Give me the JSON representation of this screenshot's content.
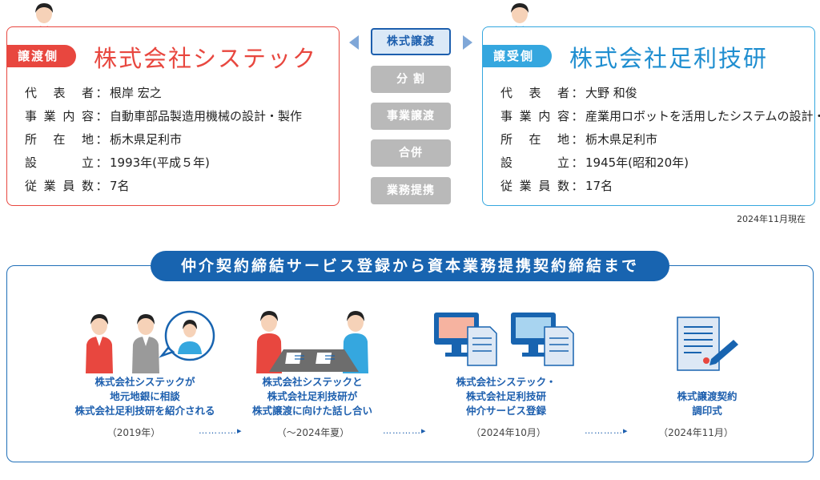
{
  "seller": {
    "tag": "譲渡側",
    "name": "株式会社システック",
    "rows": [
      {
        "key": "代表者",
        "value": "根岸 宏之"
      },
      {
        "key": "事業内容",
        "value": "自動車部品製造用機械の設計・製作"
      },
      {
        "key": "所在地",
        "value": "栃木県足利市"
      },
      {
        "key": "設立",
        "value": "1993年(平成５年)"
      },
      {
        "key": "従業員数",
        "value": "7名"
      }
    ]
  },
  "buyer": {
    "tag": "譲受側",
    "name": "株式会社足利技研",
    "rows": [
      {
        "key": "代表者",
        "value": "大野 和俊"
      },
      {
        "key": "事業内容",
        "value": "産業用ロボットを活用したシステムの設計・製作"
      },
      {
        "key": "所在地",
        "value": "栃木県足利市"
      },
      {
        "key": "設立",
        "value": "1945年(昭和20年)"
      },
      {
        "key": "従業員数",
        "value": "17名"
      }
    ]
  },
  "separator": "：",
  "scheme_options": [
    "株式譲渡",
    "分 割",
    "事業譲渡",
    "合併",
    "業務提携"
  ],
  "selected_scheme": "株式譲渡",
  "as_of": "2024年11月現在",
  "process": {
    "title": "仲介契約締結サービス登録から資本業務提携契約締結まで",
    "steps": [
      {
        "lines": [
          "株式会社システックが",
          "地元地銀に相談",
          "株式会社足利技研を紹介される"
        ],
        "date": "（2019年）"
      },
      {
        "lines": [
          "株式会社システックと",
          "株式会社足利技研が",
          "株式譲渡に向けた話し合い"
        ],
        "date": "（〜2024年夏）"
      },
      {
        "lines": [
          "株式会社システック・",
          "株式会社足利技研",
          "仲介サービス登録"
        ],
        "date": "（2024年10月）"
      },
      {
        "lines": [
          "株式譲渡契約",
          "調印式"
        ],
        "date": "（2024年11月）"
      }
    ],
    "connector": "…………▸"
  },
  "colors": {
    "seller": "#e8473f",
    "buyer": "#35a7df",
    "navy": "#1864b0",
    "inactive": "#b9b9b9"
  },
  "icons": [
    "seller-person-icon",
    "buyer-person-icon",
    "meeting-icon",
    "computer-registration-icon",
    "contract-signing-icon"
  ]
}
